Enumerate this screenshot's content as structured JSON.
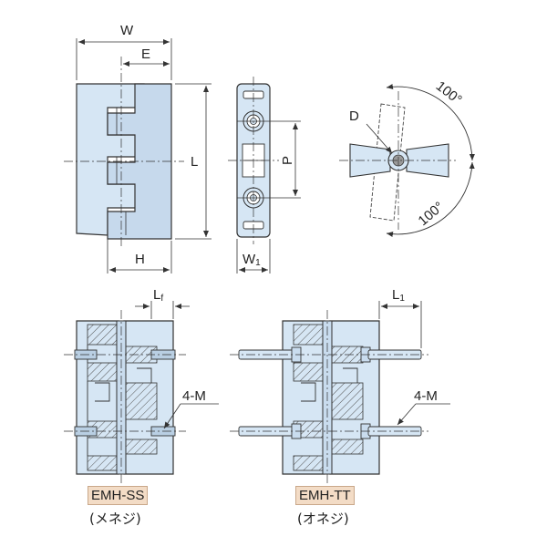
{
  "dimensions": {
    "W": "W",
    "E": "E",
    "L": "L",
    "H": "H",
    "P": "P",
    "W1_main": "W",
    "W1_sub": "1",
    "D": "D",
    "angle_top": "100°",
    "angle_bottom": "100°",
    "Lf_main": "L",
    "Lf_sub": "f",
    "L1_main": "L",
    "L1_sub": "1",
    "screw_left": "4-M",
    "screw_right": "4-M"
  },
  "parts": [
    {
      "code": "EMH-SS",
      "description": "(メネジ)"
    },
    {
      "code": "EMH-TT",
      "description": "(オネジ)"
    }
  ],
  "colors": {
    "fill": "#d6e6f4",
    "fill_dark": "#b9cfe3",
    "outline": "#333333",
    "label_bg": "#f3dcc6"
  }
}
